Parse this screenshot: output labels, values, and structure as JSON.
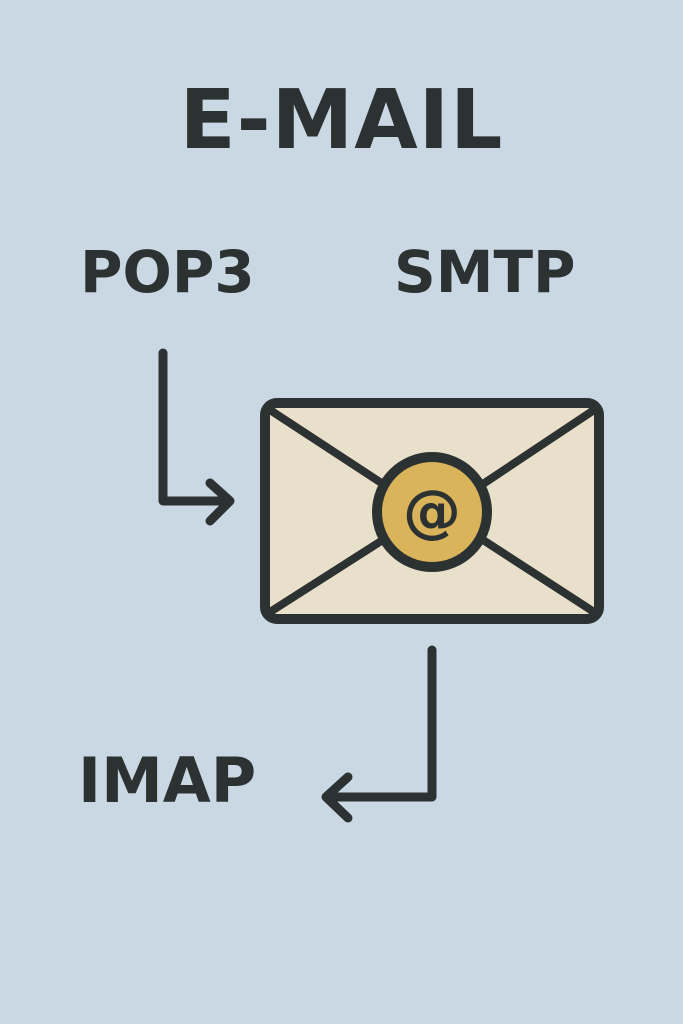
{
  "title": "E-MAIL",
  "protocols": {
    "pop3": "POP3",
    "smtp": "SMTP",
    "imap": "IMAP"
  },
  "envelope": {
    "symbol": "@"
  },
  "colors": {
    "background": "#c9d8e3",
    "ink": "#2c3131",
    "envelope_fill": "#e9e0cc",
    "badge_fill": "#d9b45a"
  },
  "icons": [
    "envelope-icon",
    "at-sign-icon",
    "arrow-right-icon",
    "arrow-left-icon"
  ]
}
